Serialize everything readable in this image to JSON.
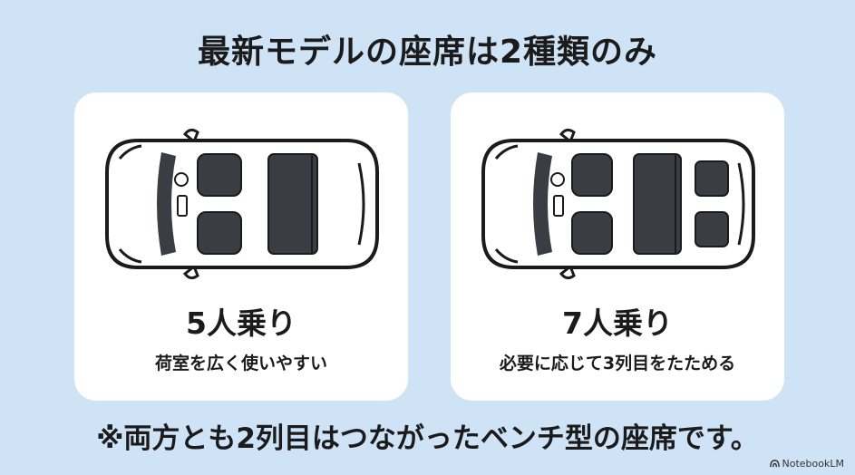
{
  "title": "最新モデルの座席は2種類のみ",
  "cards": [
    {
      "title": "5人乗り",
      "subtitle": "荷室を広く使いやすい"
    },
    {
      "title": "7人乗り",
      "subtitle": "必要に応じて3列目をたためる"
    }
  ],
  "footnote": "※両方とも2列目はつながったベンチ型の座席です。",
  "brand": {
    "label": "NotebookLM",
    "icon": "notebooklm-logo-icon"
  },
  "colors": {
    "background": "#cfe3f7",
    "card": "#ffffff",
    "seat": "#3b3d44",
    "outline": "#1b1b1b"
  }
}
